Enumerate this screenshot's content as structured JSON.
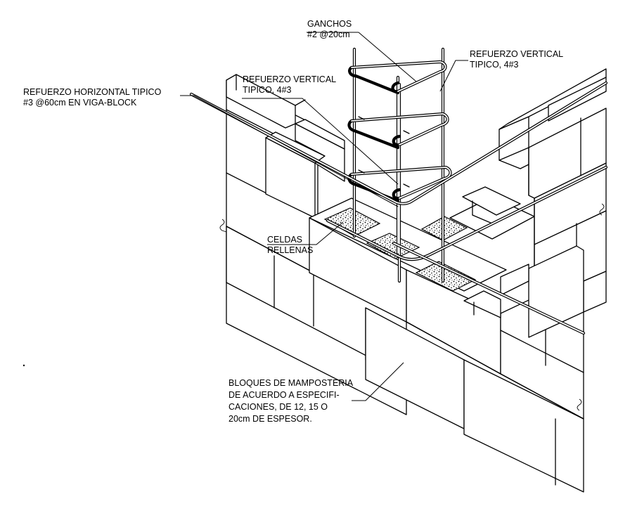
{
  "labels": {
    "ganchos": [
      "GANCHOS",
      "#2 @20cm"
    ],
    "refuerzo_vertical_right": [
      "REFUERZO VERTICAL",
      "TIPICO, 4#3"
    ],
    "refuerzo_vertical_center": [
      "REFUERZO VERTICAL",
      "TIPICO, 4#3"
    ],
    "refuerzo_horizontal": [
      "REFUERZO HORIZONTAL TIPICO",
      "#3 @60cm EN VIGA-BLOCK"
    ],
    "celdas": [
      "CELDAS",
      "RELLENAS"
    ],
    "bloques": [
      "BLOQUES DE MAMPOSTERIA",
      "DE ACUERDO A ESPECIFI-",
      "CACIONES, DE 12, 15 O",
      "20cm DE ESPESOR."
    ]
  },
  "colors": {
    "line": "#000000",
    "background": "#ffffff"
  }
}
